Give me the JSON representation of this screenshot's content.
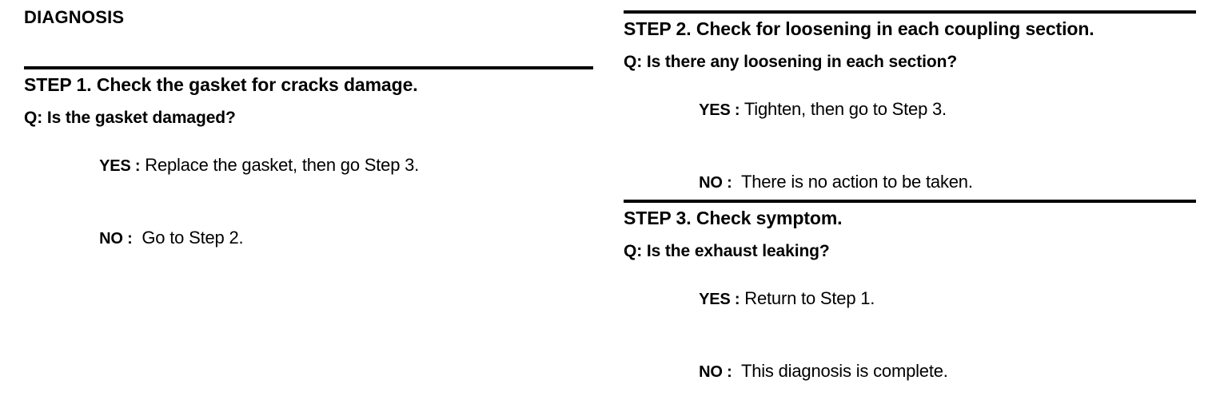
{
  "document": {
    "title": "DIAGNOSIS"
  },
  "left_column": {
    "steps": [
      {
        "heading": "STEP 1. Check the gasket for cracks damage.",
        "question": "Q: Is the gasket damaged?",
        "answers": [
          {
            "key": "YES :",
            "text": " Replace the gasket, then go Step 3."
          },
          {
            "key": "NO :",
            "text": "  Go to Step 2."
          }
        ]
      }
    ]
  },
  "right_column": {
    "steps": [
      {
        "heading": "STEP 2. Check for loosening in each coupling section.",
        "question": "Q: Is there any loosening in each section?",
        "answers": [
          {
            "key": "YES :",
            "text": " Tighten, then go to Step 3."
          },
          {
            "key": "NO :",
            "text": "  There is no action to be taken."
          }
        ]
      },
      {
        "heading": "STEP 3. Check symptom.",
        "question": "Q: Is the exhaust leaking?",
        "answers": [
          {
            "key": "YES :",
            "text": " Return to Step 1."
          },
          {
            "key": "NO :",
            "text": "  This diagnosis is complete."
          }
        ]
      }
    ]
  },
  "colors": {
    "text": "#000000",
    "background": "#ffffff",
    "rule": "#000000"
  }
}
